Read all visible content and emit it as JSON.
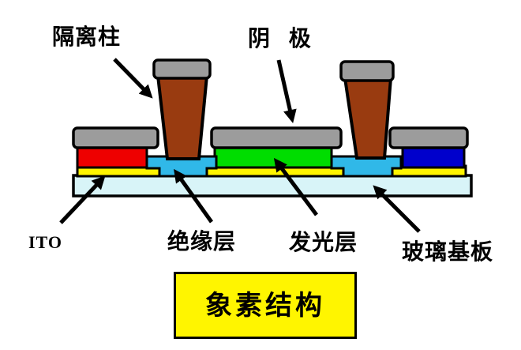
{
  "diagram": {
    "title": "象素结构",
    "labels": {
      "isolation_pillar": "隔离柱",
      "cathode": "阴 极",
      "ito": "ITO",
      "insulation_layer": "绝缘层",
      "emitting_layer": "发光层",
      "glass_substrate": "玻璃基板"
    },
    "colors": {
      "outline_black": "#000000",
      "cathode_gray": "#9C9C9C",
      "pillar_brown": "#993B10",
      "red_subpixel": "#EE0000",
      "green_subpixel": "#00DD00",
      "blue_subpixel": "#0000CC",
      "ito_yellow": "#FFF500",
      "insulation_cyan": "#30B8E8",
      "substrate_pale_cyan": "#D8F4F8",
      "title_box_yellow": "#FFF500"
    }
  }
}
